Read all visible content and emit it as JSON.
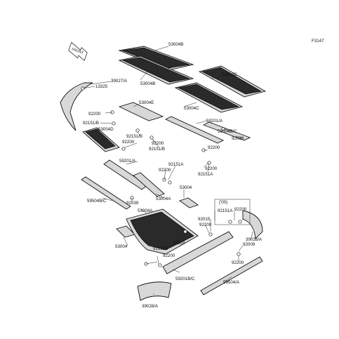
{
  "diagram": {
    "figure_id": "F3147",
    "labels": {
      "l53004B_top": "53004B",
      "l53004C_right": "53004C",
      "l53004B_mid": "53004B",
      "l13325_top": "13325",
      "l39027A": "39027/A",
      "l53004E": "53004E",
      "l53004C_mid": "53004C",
      "l92200_a": "92200",
      "l92151B_a": "92151/B",
      "l53004D": "53004D",
      "l92151B_b": "92151/B",
      "l92200_b": "92200",
      "l92200_c": "92200",
      "l59201A_a": "59201/A",
      "l59504BC_a": "59504B/C",
      "l92039_a": "92039",
      "l92151B_c": "92151/B",
      "l92200_d": "92200",
      "l59201A_b": "59201/A",
      "l92151A_a": "92151A",
      "l92200_e": "92200",
      "l92151A_b": "92151A",
      "l92200_f": "92200",
      "l53004_a": "53004",
      "l53004A_a": "53004A",
      "l59504BC_b": "59504B/C",
      "l92039_b": "92039",
      "l53004A_b": "53004A",
      "l00": "('00)",
      "l92151A_c": "92151A",
      "l92200_g": "92200",
      "l92015": "92015",
      "l92200_h": "92200",
      "l39028A_a": "39028/A",
      "l53004_b": "53004",
      "l13325_b": "13325",
      "l92009": "92009",
      "l92151B_d": "92151B",
      "l92200_i": "92200",
      "l92200_j": "92200",
      "l59201BC": "59201B/C",
      "l59504A": "59504/A",
      "l39028A_b": "39028/A"
    },
    "front_marker": "FRONT"
  }
}
